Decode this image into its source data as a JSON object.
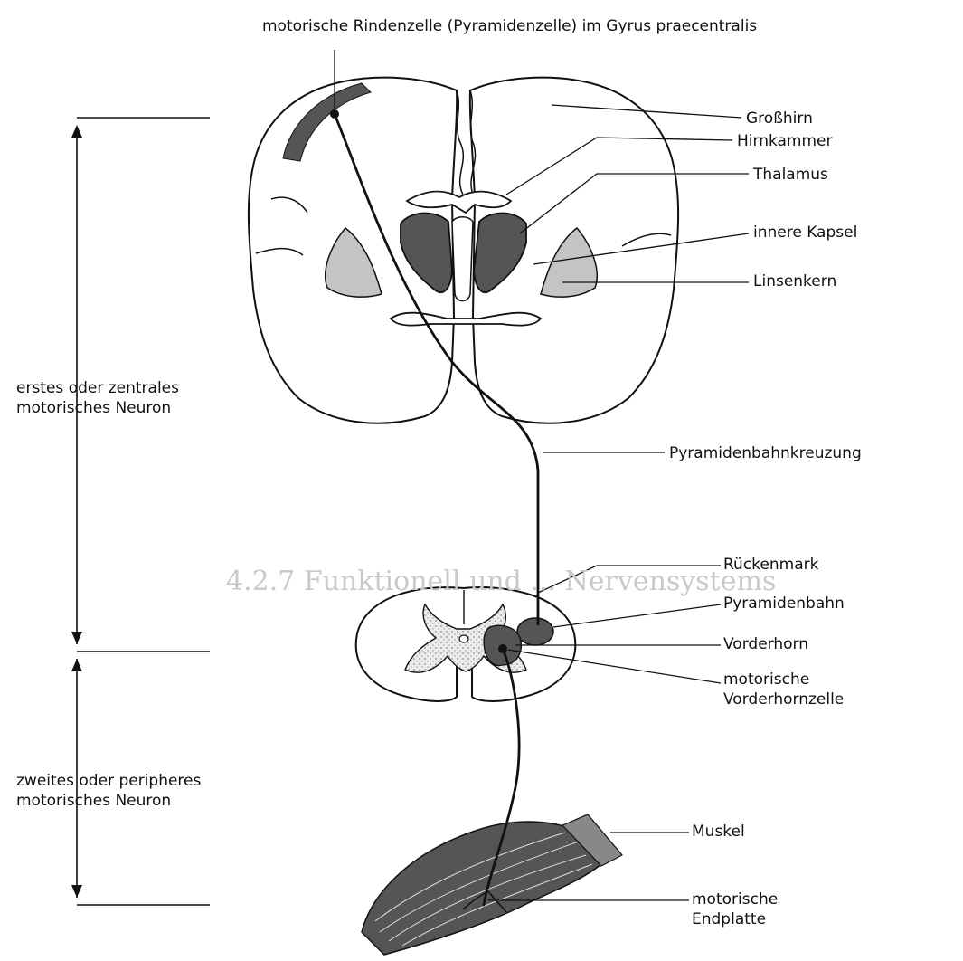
{
  "labels": {
    "top_title": "motorische Rindenzelle (Pyramidenzelle) im  Gyrus praecentralis",
    "grosshirn": "Großhirn",
    "hirnkammer": "Hirnkammer",
    "thalamus": "Thalamus",
    "innere_kapsel": "innere Kapsel",
    "linsenkern": "Linsenkern",
    "pyramidenbahnkreuzung": "Pyramidenbahnkreuzung",
    "rueckenmark": "Rückenmark",
    "pyramidenbahn": "Pyramidenbahn",
    "vorderhorn": "Vorderhorn",
    "motorische_vorderhornzelle": "motorische\nVorderhornzelle",
    "muskel": "Muskel",
    "motorische_endplatte": "motorische\nEndplatte",
    "erstes_neuron": "erstes oder zentrales\nmotorisches Neuron",
    "zweites_neuron": "zweites oder peripheres\nmotorisches Neuron"
  },
  "background_text": {
    "heading": "4.2.7   Funktionell und ... Nervensystems"
  },
  "colors": {
    "line": "#111111",
    "dark_fill": "#555555",
    "light_fill": "#c4c4c4",
    "grey_matter": "#dcdcdc",
    "muscle": "#555555"
  }
}
